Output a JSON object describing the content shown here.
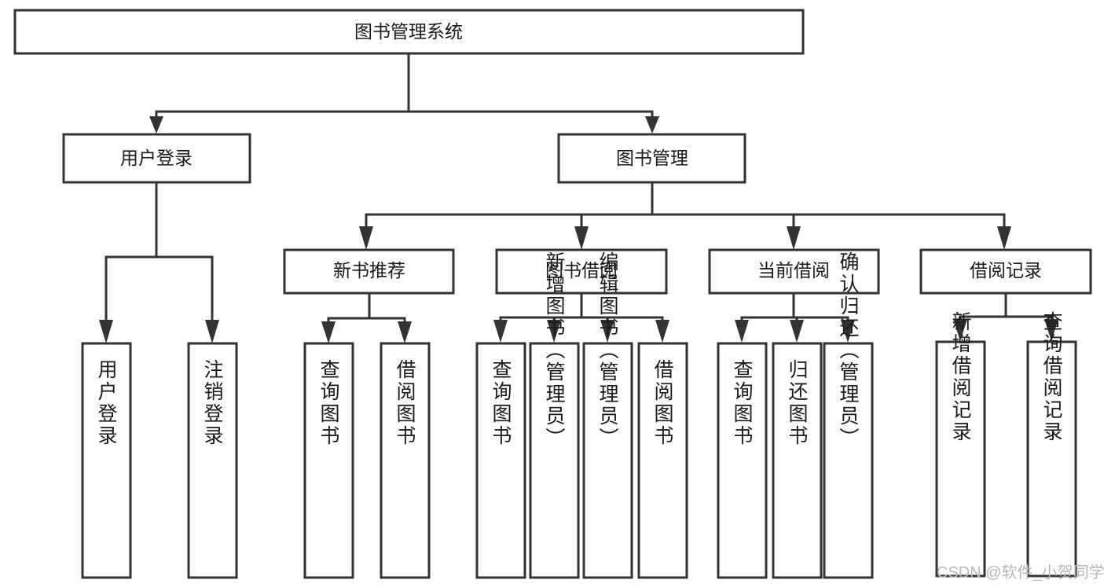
{
  "diagram": {
    "type": "hierarchy-tree",
    "title": "图书管理系统",
    "levels": 4,
    "root": {
      "label": "图书管理系统"
    },
    "level2": [
      {
        "label": "用户登录"
      },
      {
        "label": "图书管理"
      }
    ],
    "level3": [
      {
        "label": "新书推荐"
      },
      {
        "label": "图书借阅"
      },
      {
        "label": "当前借阅"
      },
      {
        "label": "借阅记录"
      }
    ],
    "leaves": {
      "user_login": [
        {
          "label": "用户登录"
        },
        {
          "label": "注销登录"
        }
      ],
      "new_book_recommend": [
        {
          "label": "查询图书"
        },
        {
          "label": "借阅图书"
        }
      ],
      "book_borrow": [
        {
          "label": "查询图书"
        },
        {
          "label": "新增图书（管理员）"
        },
        {
          "label": "编辑图书（管理员）"
        },
        {
          "label": "借阅图书"
        }
      ],
      "current_borrow": [
        {
          "label": "查询图书"
        },
        {
          "label": "归还图书"
        },
        {
          "label": "确认归还（管理员）"
        }
      ],
      "borrow_record": [
        {
          "label": "新增借阅记录"
        },
        {
          "label": "查询借阅记录"
        }
      ]
    }
  },
  "watermark": {
    "text": "CSDN @软件_小贺同学"
  },
  "colors": {
    "stroke": "#333333",
    "fill": "#ffffff",
    "text": "#1a1a1a",
    "watermark": "#b8b8b8"
  }
}
